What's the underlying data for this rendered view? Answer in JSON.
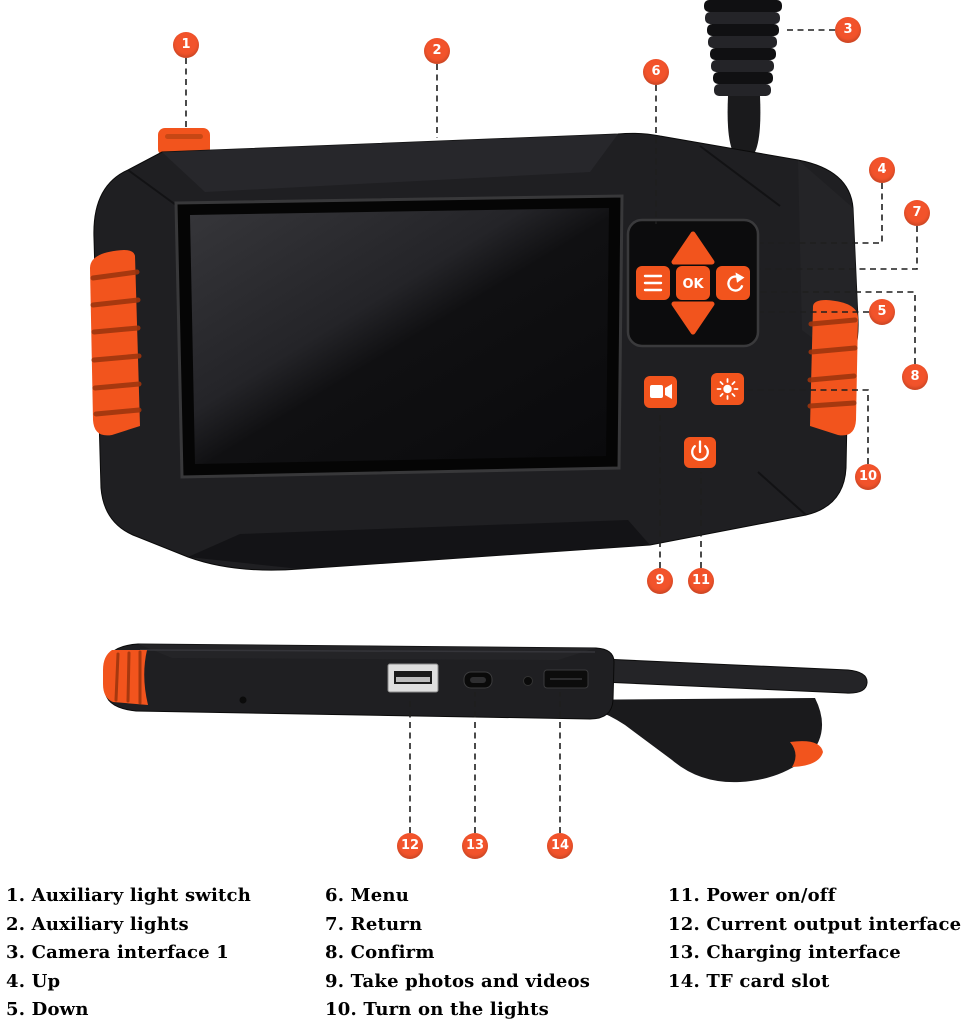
{
  "callouts": [
    "1",
    "2",
    "3",
    "4",
    "5",
    "6",
    "7",
    "8",
    "9",
    "10",
    "11",
    "12",
    "13",
    "14"
  ],
  "device": {
    "ok_label": "OK"
  },
  "legend": {
    "col1": [
      "1. Auxiliary light switch",
      "2. Auxiliary lights",
      "3. Camera interface 1",
      "4. Up",
      "5. Down"
    ],
    "col2": [
      "6. Menu",
      "7. Return",
      "8. Confirm",
      "9. Take photos and videos",
      "10. Turn on the lights"
    ],
    "col3": [
      "11. Power on/off",
      "12. Current output interface",
      "13. Charging interface",
      "14. TF card slot"
    ]
  },
  "colors": {
    "accent": "#f2541d",
    "callout": "#f2532b",
    "body": "#1f1f22"
  }
}
